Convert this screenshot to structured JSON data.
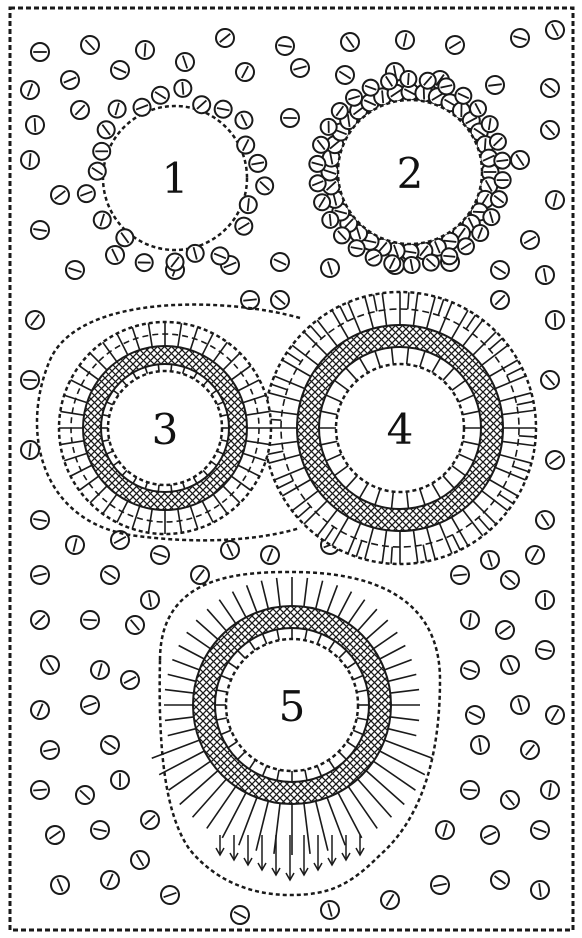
{
  "figure": {
    "stages": [
      {
        "label": "1"
      },
      {
        "label": "2"
      },
      {
        "label": "3"
      },
      {
        "label": "4"
      },
      {
        "label": "5"
      }
    ]
  },
  "colors": {
    "ink": "#1a1a1a",
    "background": "#ffffff"
  }
}
